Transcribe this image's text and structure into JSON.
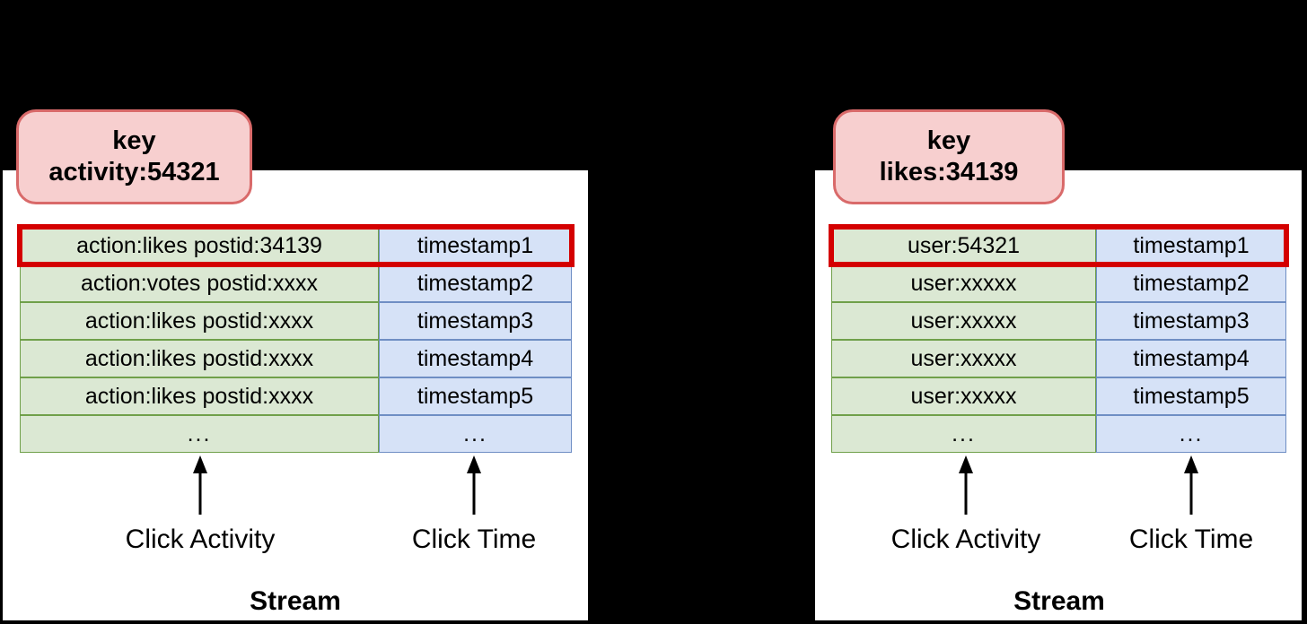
{
  "background_color": "#000000",
  "panel_color": "#ffffff",
  "colors": {
    "key_badge_fill": "#f7cfcf",
    "key_badge_border": "#d96a6a",
    "activity_cell_fill": "#dbe8d3",
    "activity_cell_border": "#70a04a",
    "time_cell_fill": "#d6e2f7",
    "time_cell_border": "#6f8ec4",
    "highlight_border": "#d40000",
    "text": "#000000"
  },
  "panels": [
    {
      "id": "activity-stream",
      "key_badge": {
        "line1": "key",
        "line2": "activity:54321"
      },
      "rows": [
        {
          "activity": "action:likes postid:34139",
          "time": "timestamp1",
          "highlighted": true
        },
        {
          "activity": "action:votes postid:xxxx",
          "time": "timestamp2",
          "highlighted": false
        },
        {
          "activity": "action:likes postid:xxxx",
          "time": "timestamp3",
          "highlighted": false
        },
        {
          "activity": "action:likes postid:xxxx",
          "time": "timestamp4",
          "highlighted": false
        },
        {
          "activity": "action:likes postid:xxxx",
          "time": "timestamp5",
          "highlighted": false
        },
        {
          "activity": "...",
          "time": "...",
          "highlighted": false
        }
      ],
      "captions": {
        "activity": "Click Activity",
        "time": "Click Time"
      },
      "stream_label": "Stream"
    },
    {
      "id": "likes-stream",
      "key_badge": {
        "line1": "key",
        "line2": "likes:34139"
      },
      "rows": [
        {
          "activity": "user:54321",
          "time": "timestamp1",
          "highlighted": true
        },
        {
          "activity": "user:xxxxx",
          "time": "timestamp2",
          "highlighted": false
        },
        {
          "activity": "user:xxxxx",
          "time": "timestamp3",
          "highlighted": false
        },
        {
          "activity": "user:xxxxx",
          "time": "timestamp4",
          "highlighted": false
        },
        {
          "activity": "user:xxxxx",
          "time": "timestamp5",
          "highlighted": false
        },
        {
          "activity": "...",
          "time": "...",
          "highlighted": false
        }
      ],
      "captions": {
        "activity": "Click Activity",
        "time": "Click Time"
      },
      "stream_label": "Stream"
    }
  ]
}
